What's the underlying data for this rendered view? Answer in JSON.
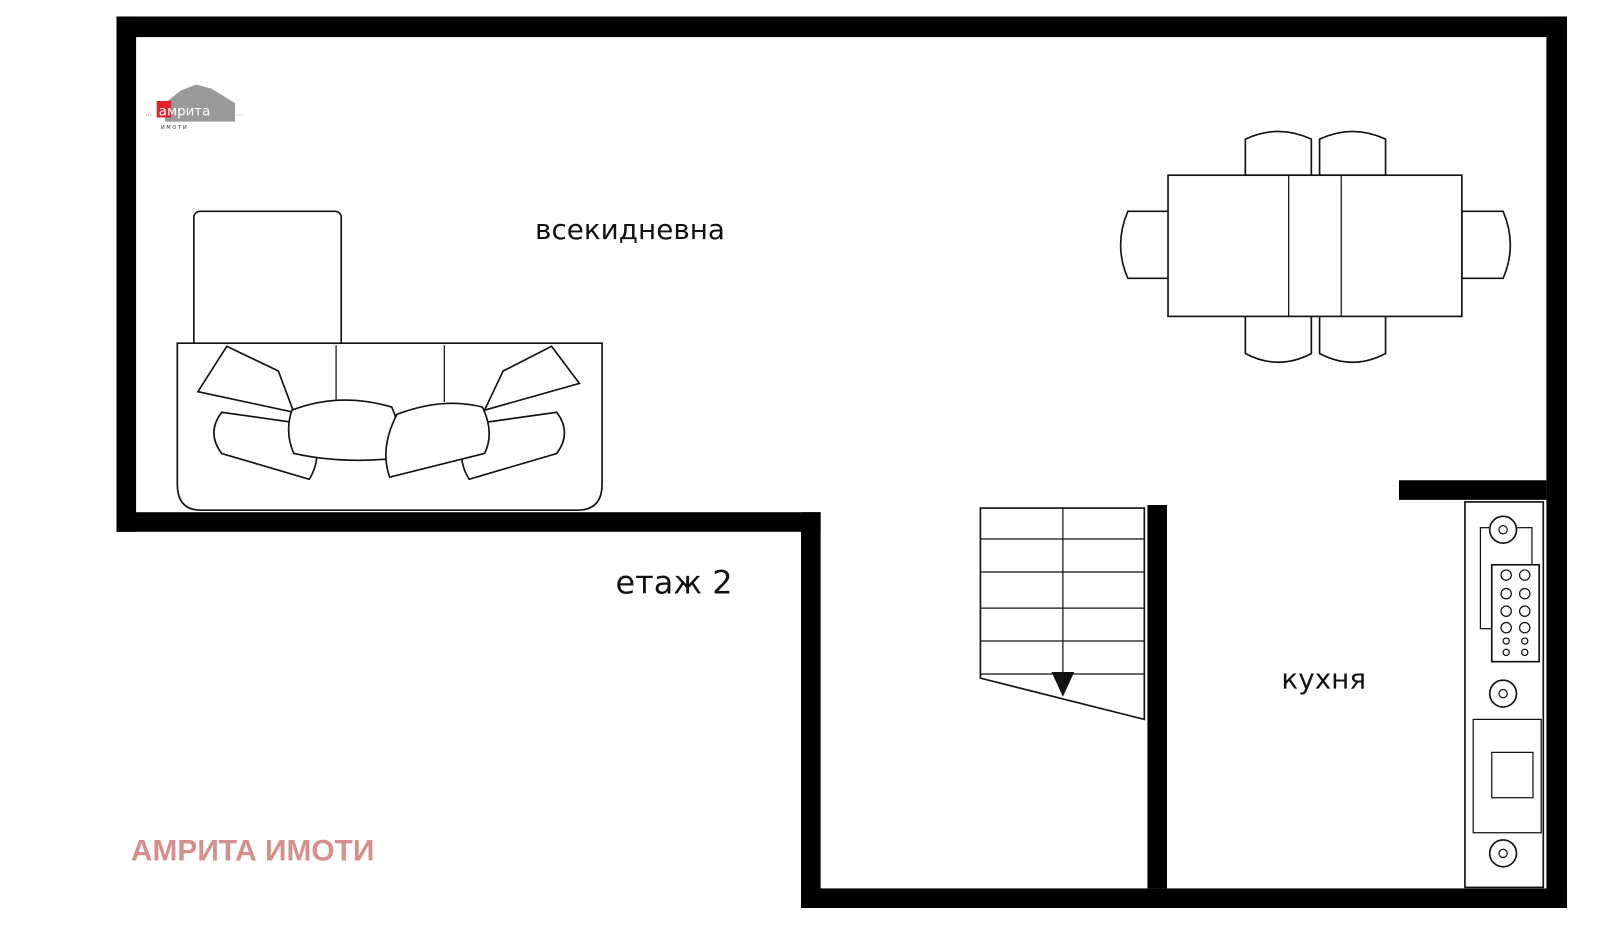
{
  "plan": {
    "rooms": {
      "living_room": "всекидневна",
      "kitchen": "кухня"
    },
    "floor_label": "етаж 2",
    "watermark": "АМРИТА ИМОТИ",
    "logo": {
      "word": "амрита",
      "subtitle": "И М О Т И"
    }
  },
  "colors": {
    "wall": "#000000",
    "watermark": "#d4908f",
    "logo_red": "#e0202a",
    "logo_gray": "#9a9a9a"
  }
}
